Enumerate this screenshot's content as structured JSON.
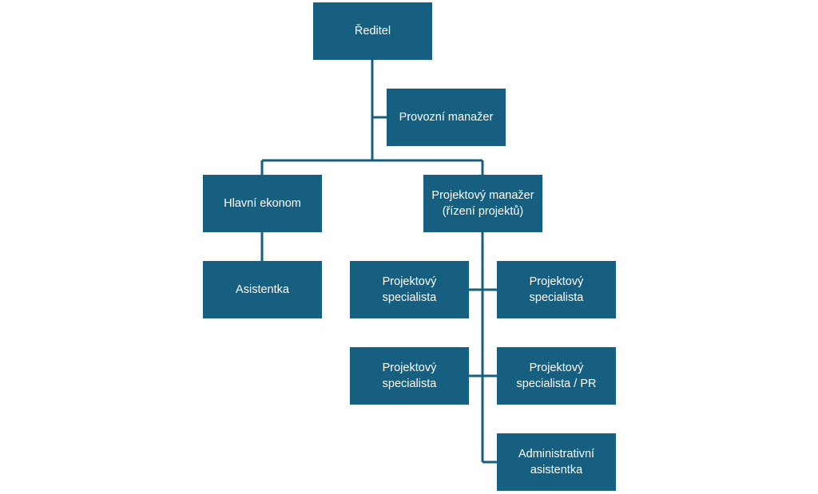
{
  "org_chart": {
    "director": {
      "line1": "Ředitel"
    },
    "operations_manager": {
      "line1": "Provozní manažer"
    },
    "chief_economist": {
      "line1": "Hlavní ekonom"
    },
    "project_manager": {
      "line1": "Projektový manažer",
      "line2": "(řízení projektů)"
    },
    "assistant": {
      "line1": "Asistentka"
    },
    "project_specialist_1": {
      "line1": "Projektový",
      "line2": "specialista"
    },
    "project_specialist_2": {
      "line1": "Projektový",
      "line2": "specialista"
    },
    "project_specialist_3": {
      "line1": "Projektový",
      "line2": "specialista"
    },
    "project_specialist_pr": {
      "line1": "Projektový",
      "line2": "specialista / PR"
    },
    "admin_assistant": {
      "line1": "Administrativní",
      "line2": "asistentka"
    }
  },
  "colors": {
    "box_fill": "#165f81",
    "box_text": "#ffffff",
    "connector": "#165f81"
  }
}
